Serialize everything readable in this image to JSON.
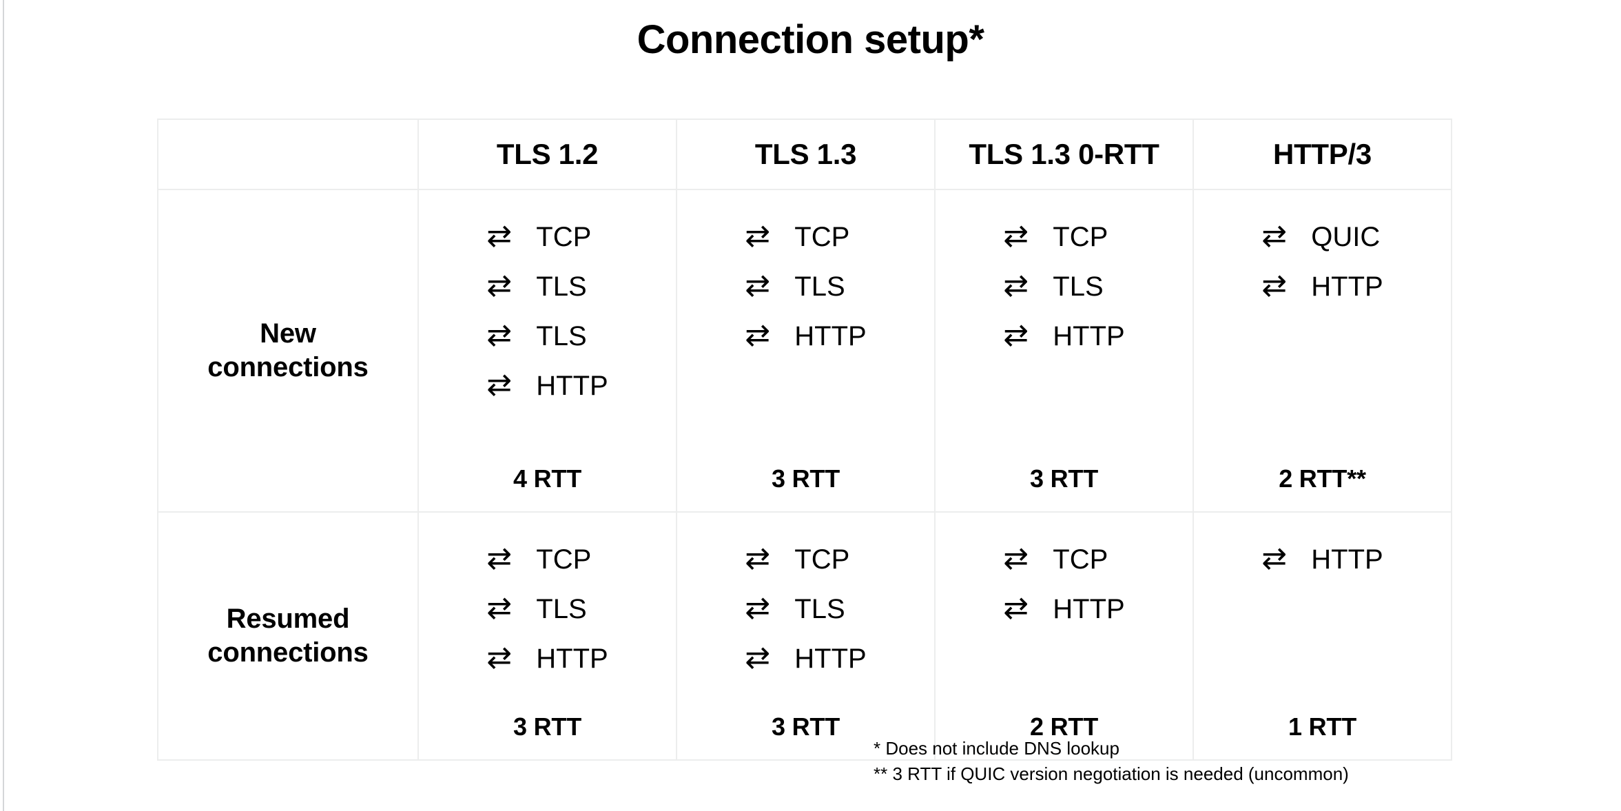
{
  "slide": {
    "title": "Connection setup*"
  },
  "table": {
    "columns": [
      {
        "key": "blank",
        "label": ""
      },
      {
        "key": "tls12",
        "label": "TLS 1.2"
      },
      {
        "key": "tls13",
        "label": "TLS 1.3"
      },
      {
        "key": "tls13_0rtt",
        "label": "TLS 1.3 0-RTT"
      },
      {
        "key": "http3",
        "label": "HTTP/3"
      }
    ],
    "arrow_icon": "⇄",
    "arrow_icon_name": "bidirectional-exchange-icon",
    "rows": [
      {
        "label": "New\nconnections",
        "label_lines": [
          "New",
          "connections"
        ],
        "cells": [
          {
            "column": "TLS 1.2",
            "steps": [
              "TCP",
              "TLS",
              "TLS",
              "HTTP"
            ],
            "rtt": "4 RTT"
          },
          {
            "column": "TLS 1.3",
            "steps": [
              "TCP",
              "TLS",
              "HTTP"
            ],
            "rtt": "3 RTT"
          },
          {
            "column": "TLS 1.3 0-RTT",
            "steps": [
              "TCP",
              "TLS",
              "HTTP"
            ],
            "rtt": "3 RTT"
          },
          {
            "column": "HTTP/3",
            "steps": [
              "QUIC",
              "HTTP"
            ],
            "rtt": "2 RTT**"
          }
        ]
      },
      {
        "label": "Resumed\nconnections",
        "label_lines": [
          "Resumed",
          "connections"
        ],
        "cells": [
          {
            "column": "TLS 1.2",
            "steps": [
              "TCP",
              "TLS",
              "HTTP"
            ],
            "rtt": "3 RTT"
          },
          {
            "column": "TLS 1.3",
            "steps": [
              "TCP",
              "TLS",
              "HTTP"
            ],
            "rtt": "3 RTT"
          },
          {
            "column": "TLS 1.3 0-RTT",
            "steps": [
              "TCP",
              "HTTP"
            ],
            "rtt": "2 RTT"
          },
          {
            "column": "HTTP/3",
            "steps": [
              "HTTP"
            ],
            "rtt": "1 RTT"
          }
        ]
      }
    ]
  },
  "footnotes": [
    "* Does not include DNS lookup",
    "** 3 RTT if QUIC version negotiation is needed (uncommon)"
  ],
  "colors": {
    "background": "#ffffff",
    "text": "#000000",
    "table_border": "#eceded",
    "left_edge_rule": "#d4d6d8"
  }
}
